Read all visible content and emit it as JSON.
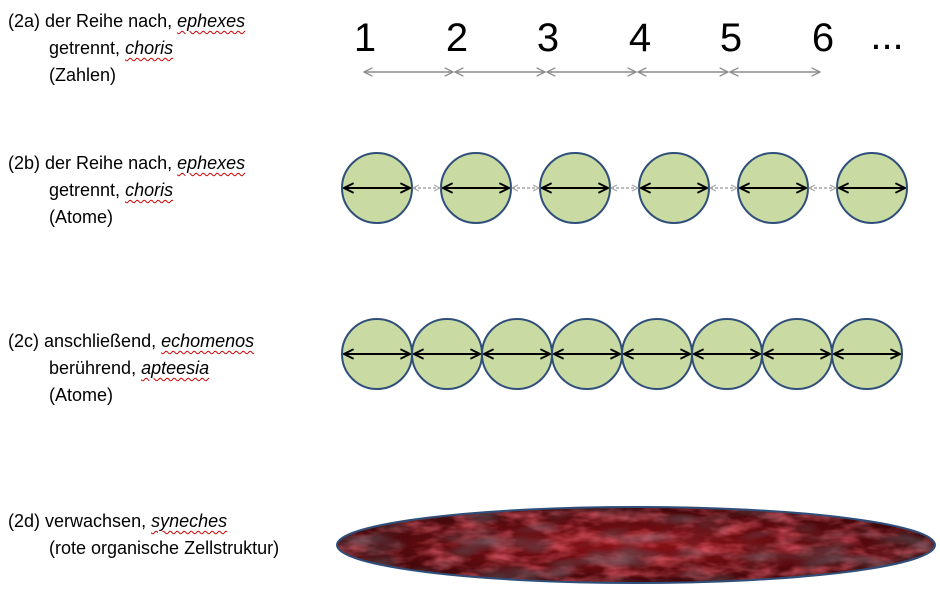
{
  "rows": [
    {
      "tag": "(2a)",
      "term": "der Reihe nach, ",
      "term_greek": "ephexes",
      "term2": "getrennt, ",
      "term2_greek": "choris",
      "note": "(Zahlen)"
    },
    {
      "tag": "(2b)",
      "term": "der Reihe nach, ",
      "term_greek": "ephexes",
      "term2": "getrennt, ",
      "term2_greek": "choris",
      "note": "(Atome)"
    },
    {
      "tag": "(2c)",
      "term": "anschließend, ",
      "term_greek": "echomenos",
      "term2": "berührend, ",
      "term2_greek": "apteesia",
      "note": "(Atome)"
    },
    {
      "tag": "(2d)",
      "term": "verwachsen, ",
      "term_greek": "syneches",
      "note": "(rote organische Zellstruktur)"
    }
  ],
  "numbers": [
    "1",
    "2",
    "3",
    "4",
    "5",
    "6"
  ],
  "ellipsis": "...",
  "colors": {
    "atom_fill": "#c9dba3",
    "atom_stroke": "#2f4f7a",
    "gap_arrow": "#999999",
    "tissue": "#7a0f14"
  }
}
